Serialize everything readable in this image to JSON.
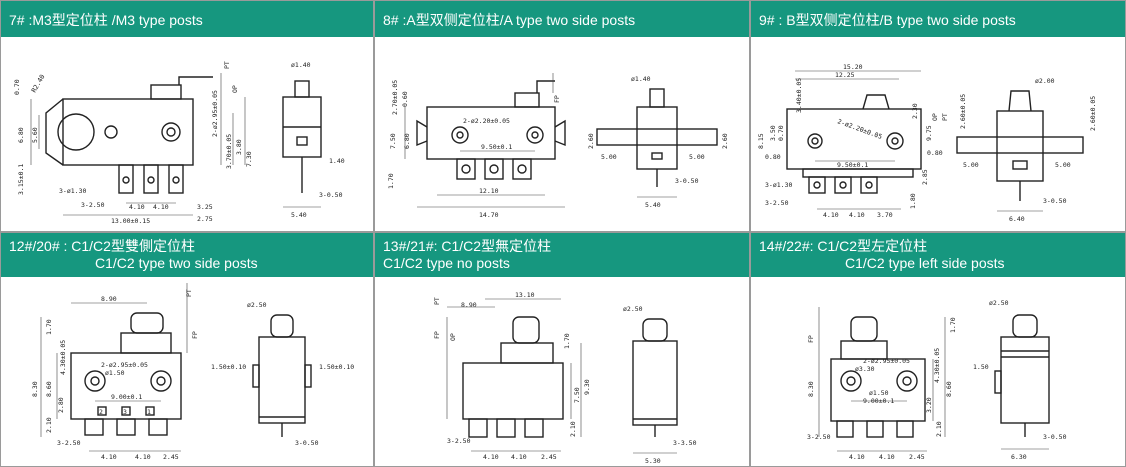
{
  "panels": [
    {
      "title": "7# :M3型定位柱 /M3 type posts",
      "dims": [
        "0.70",
        "R2.40",
        "6.80",
        "5.60",
        "3.15±0.1",
        "3-ø1.30",
        "3-2.50",
        "4.10",
        "4.10",
        "3.25",
        "13.00±0.15",
        "2.75",
        "ø1.40",
        "2-ø2.95±0.05",
        "3.70±0.05",
        "3.80",
        "7.30",
        "1.40",
        "3-0.50",
        "5.40",
        "PT",
        "OP"
      ]
    },
    {
      "title": "8# :A型双侧定位柱/A type two side posts",
      "dims": [
        "2.70±0.05",
        "0.60",
        "7.50",
        "6.80",
        "2-ø2.20±0.05",
        "9.50±0.1",
        "1.70",
        "12.10",
        "14.70",
        "ø1.40",
        "2.60",
        "5.00",
        "5.00",
        "3-0.50",
        "5.40",
        "2.60",
        "FP"
      ]
    },
    {
      "title": "9# : B型双侧定位柱/B type two side posts",
      "dims": [
        "15.20",
        "12.25",
        "3.40±0.05",
        "2-ø2.20±0.05",
        "3.50",
        "0.70",
        "0.80",
        "8.15",
        "9.50±0.1",
        "2.30",
        "9.75",
        "0.80",
        "3-ø1.30",
        "2.85",
        "3-2.50",
        "4.10",
        "4.10",
        "3.70",
        "1.80",
        "ø2.00",
        "2.60±0.05",
        "2.60±0.05",
        "5.00",
        "5.00",
        "3-0.50",
        "6.40",
        "OP",
        "PT"
      ]
    },
    {
      "title_line1": "12#/20# : C1/C2型雙側定位柱",
      "title_line2": "C1/C2 type two side posts",
      "dims": [
        "8.90",
        "1.70",
        "4.30±0.05",
        "2-ø2.95±0.05",
        "ø1.50",
        "8.30",
        "8.60",
        "2.80",
        "9.00±0.1",
        "2.10",
        "3-2.50",
        "4.10",
        "4.10",
        "2.45",
        "ø2.50",
        "1.50±0.10",
        "1.50±0.10",
        "3-0.50",
        "FP",
        "PT",
        "1",
        "2",
        "3"
      ]
    },
    {
      "title_line1": "13#/21#: C1/C2型無定位柱",
      "title_line2": "C1/C2 type no posts",
      "dims": [
        "13.10",
        "8.90",
        "1.70",
        "PT",
        "FP",
        "OP",
        "7.50",
        "9.30",
        "2.10",
        "3-2.50",
        "4.10",
        "4.10",
        "2.45",
        "ø2.50",
        "3-3.50",
        "5.30"
      ]
    },
    {
      "title_line1": "14#/22#: C1/C2型左定位柱",
      "title_line2": "C1/C2 type left side posts",
      "dims": [
        "1.70",
        "2-ø2.95±0.05",
        "ø3.30",
        "4.30±0.05",
        "8.30",
        "8.60",
        "ø1.50",
        "9.00±0.1",
        "3.20",
        "2.10",
        "3-2.50",
        "4.10",
        "4.10",
        "2.45",
        "ø2.50",
        "1.50",
        "3-0.50",
        "6.30",
        "FP"
      ]
    }
  ]
}
